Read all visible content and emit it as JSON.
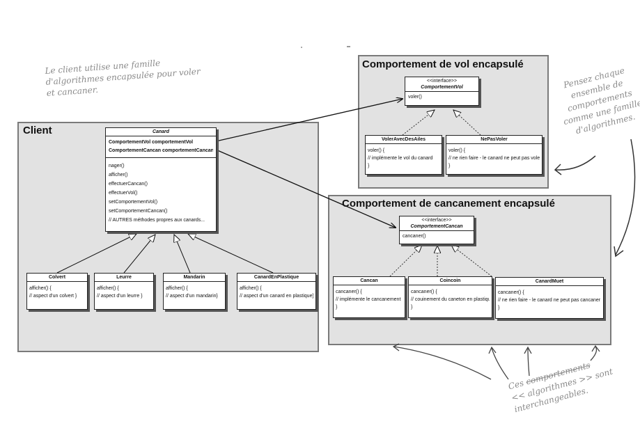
{
  "notes": {
    "left": [
      "Le client utilise une famille",
      "d'algorithmes encapsulée pour voler",
      "et cancaner."
    ],
    "right": [
      "Pensez chaque",
      "ensemble de",
      "comportements",
      "comme une famille",
      "d'algorithmes."
    ],
    "bottom_struck": "comportements",
    "bottom": [
      "Ces",
      "<< algorithmes >> sont",
      "interchangeables."
    ]
  },
  "panels": {
    "client": "Client",
    "vol": "Comportement de vol encapsulé",
    "cancan": "Comportement de cancanement encapsulé"
  },
  "classes": {
    "canard": {
      "name": "Canard",
      "attrs": [
        "ComportementVol comportementVol",
        "ComportementCancan comportementCancan"
      ],
      "methods": [
        "nager()",
        "afficher()",
        "effectuerCancan()",
        "effectuerVol()",
        "setComportementVol()",
        "setComportementCancan()",
        "// AUTRES méthodes propres aux canards..."
      ]
    },
    "colvert": {
      "name": "Colvert",
      "body": [
        "afficher() {",
        "// aspect d'un colvert }"
      ]
    },
    "leurre": {
      "name": "Leurre",
      "body": [
        "afficher() {",
        "// aspect d'un leurre }"
      ]
    },
    "mandarin": {
      "name": "Mandarin",
      "body": [
        "afficher() {",
        "// aspect d'un mandarin}"
      ]
    },
    "plastique": {
      "name": "CanardEnPlastique",
      "body": [
        "afficher() {",
        "// aspect d'un canard en plastique}"
      ]
    },
    "compVol": {
      "stereo": "<<interface>>",
      "name": "ComportementVol",
      "methods": [
        "voler()"
      ]
    },
    "volerAiles": {
      "name": "VolerAvecDesAiles",
      "body": [
        "voler() {",
        "// implémente le vol du canard",
        "}"
      ]
    },
    "nePasVoler": {
      "name": "NePasVoler",
      "body": [
        "voler() {",
        "// ne rien faire - le canard ne peut pas voler !",
        "}"
      ]
    },
    "compCancan": {
      "stereo": "<<interface>>",
      "name": "ComportementCancan",
      "methods": [
        "cancaner()"
      ]
    },
    "cancan": {
      "name": "Cancan",
      "body": [
        "cancaner() {",
        "// implémente le cancanement",
        "}"
      ]
    },
    "coincoin": {
      "name": "Coincoin",
      "body": [
        "cancaner() {",
        "// couinement du caneton en plastique",
        "}"
      ]
    },
    "canardMuet": {
      "name": "CanardMuet",
      "body": [
        "cancaner() {",
        "// ne rien faire - le canard ne peut pas cancaner !",
        "}"
      ]
    }
  }
}
